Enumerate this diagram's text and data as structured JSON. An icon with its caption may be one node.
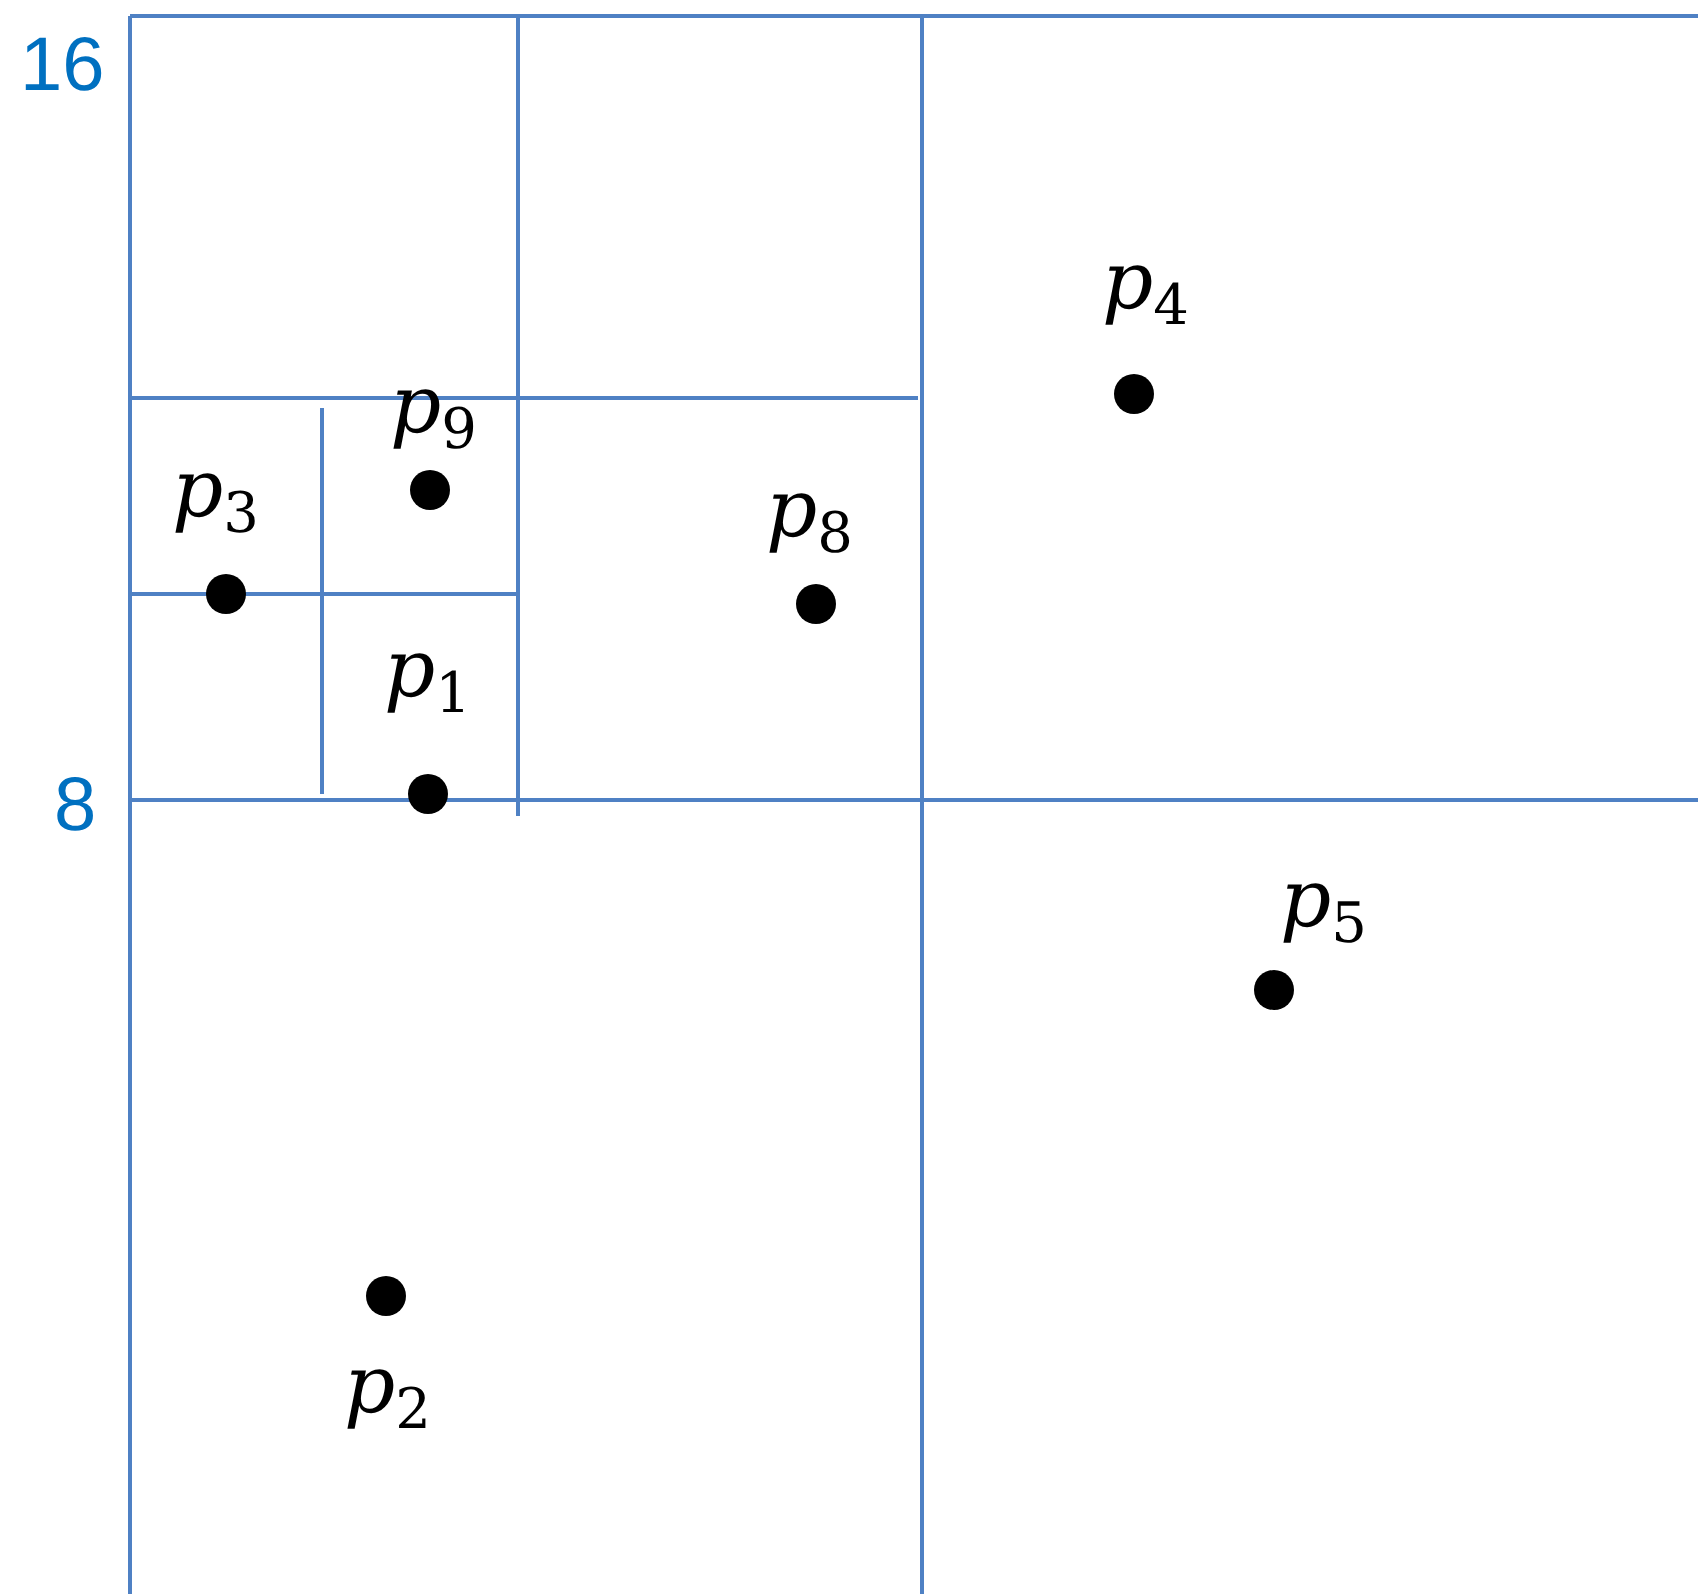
{
  "diagram": {
    "labels": [
      "16",
      "*p*$_{4}$",
      "*p*$_{9}$",
      "*p*$_{3}$",
      "*p*$_{8}$",
      "*p*$_{1}$",
      "8",
      "*p*$_{5}$",
      "*p*$_{2}$"
    ]
  }
}
